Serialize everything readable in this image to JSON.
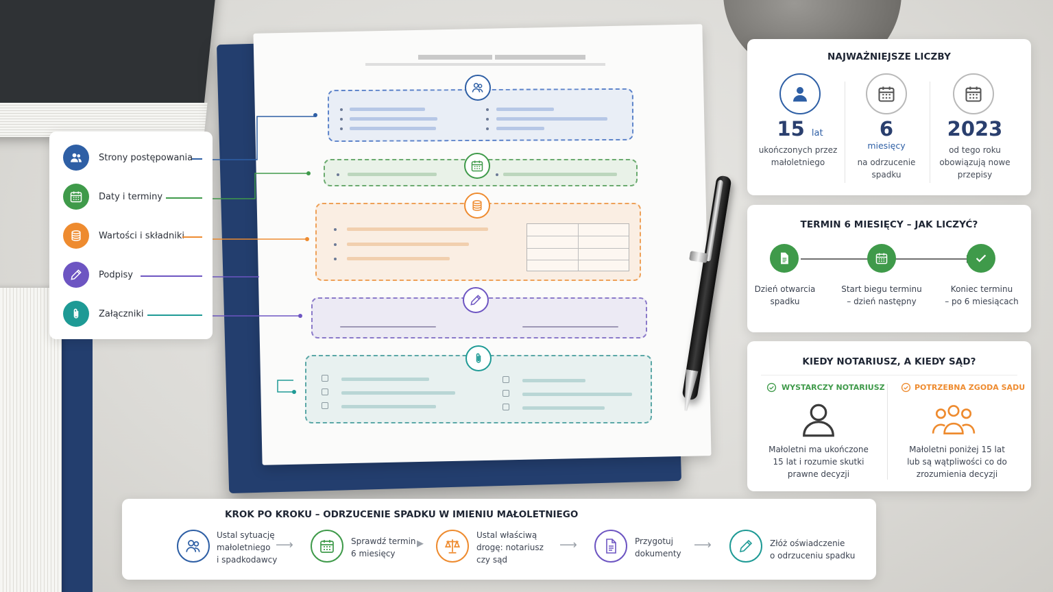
{
  "legend": {
    "items": [
      {
        "label": "Strony postępowania",
        "icon": "people-icon",
        "color": "#2e5fa5"
      },
      {
        "label": "Daty i terminy",
        "icon": "calendar-icon",
        "color": "#3f9a4a"
      },
      {
        "label": "Wartości i składniki",
        "icon": "coins-icon",
        "color": "#ee8b2f"
      },
      {
        "label": "Podpisy",
        "icon": "pen-icon",
        "color": "#6d55c2"
      },
      {
        "label": "Załączniki",
        "icon": "paperclip-icon",
        "color": "#1e9a95"
      }
    ]
  },
  "key_numbers": {
    "title": "NAJWAŻNIEJSZE LICZBY",
    "stats": [
      {
        "value": "15",
        "unit": "lat",
        "desc_1": "ukończonych przez",
        "desc_2": "małoletniego",
        "icon": "person-icon"
      },
      {
        "value": "6",
        "unit": "miesięcy",
        "desc_1": "na odrzucenie",
        "desc_2": "spadku",
        "icon": "calendar-icon"
      },
      {
        "value": "2023",
        "unit": "",
        "desc_1": "od tego roku",
        "desc_2": "obowiązują nowe",
        "desc_3": "przepisy",
        "icon": "calendar-icon"
      }
    ]
  },
  "deadline": {
    "title": "TERMIN 6 MIESIĘCY – JAK LICZYĆ?",
    "steps": [
      {
        "line_1": "Dzień otwarcia",
        "line_2": "spadku",
        "icon": "document-icon"
      },
      {
        "line_1": "Start biegu terminu",
        "line_2": "– dzień następny",
        "icon": "calendar-icon"
      },
      {
        "line_1": "Koniec terminu",
        "line_2": "– po 6 miesiącach",
        "icon": "check-icon"
      }
    ]
  },
  "notary_court": {
    "title": "KIEDY NOTARIUSZ, A KIEDY SĄD?",
    "notary": {
      "label": "WYSTARCZY NOTARIUSZ",
      "line_1": "Małoletni ma ukończone",
      "line_2": "15 lat i rozumie skutki",
      "line_3": "prawne decyzji",
      "color": "#3f9a4a"
    },
    "court": {
      "label": "POTRZEBNA ZGODA SĄDU",
      "line_1": "Małoletni poniżej 15 lat",
      "line_2": "lub są wątpliwości co do",
      "line_3": "zrozumienia decyzji",
      "color": "#ee8b2f"
    }
  },
  "steps": {
    "title": "KROK PO KROKU – ODRZUCENIE SPADKU W IMIENIU MAŁOLETNIEGO",
    "items": [
      {
        "line_1": "Ustal sytuację",
        "line_2": "małoletniego",
        "line_3": "i spadkodawcy",
        "icon": "people-icon",
        "color": "#2e5fa5"
      },
      {
        "line_1": "Sprawdź termin",
        "line_2": "6 miesięcy",
        "line_3": "",
        "icon": "calendar-icon",
        "color": "#3f9a4a"
      },
      {
        "line_1": "Ustal właściwą",
        "line_2": "drogę: notariusz",
        "line_3": "czy sąd",
        "icon": "scales-icon",
        "color": "#ee8b2f"
      },
      {
        "line_1": "Przygotuj",
        "line_2": "dokumenty",
        "line_3": "",
        "icon": "document-icon",
        "color": "#6d55c2"
      },
      {
        "line_1": "Złóż oświadczenie",
        "line_2": "o odrzuceniu spadku",
        "line_3": "",
        "icon": "pen-icon",
        "color": "#1e9a95"
      }
    ]
  }
}
